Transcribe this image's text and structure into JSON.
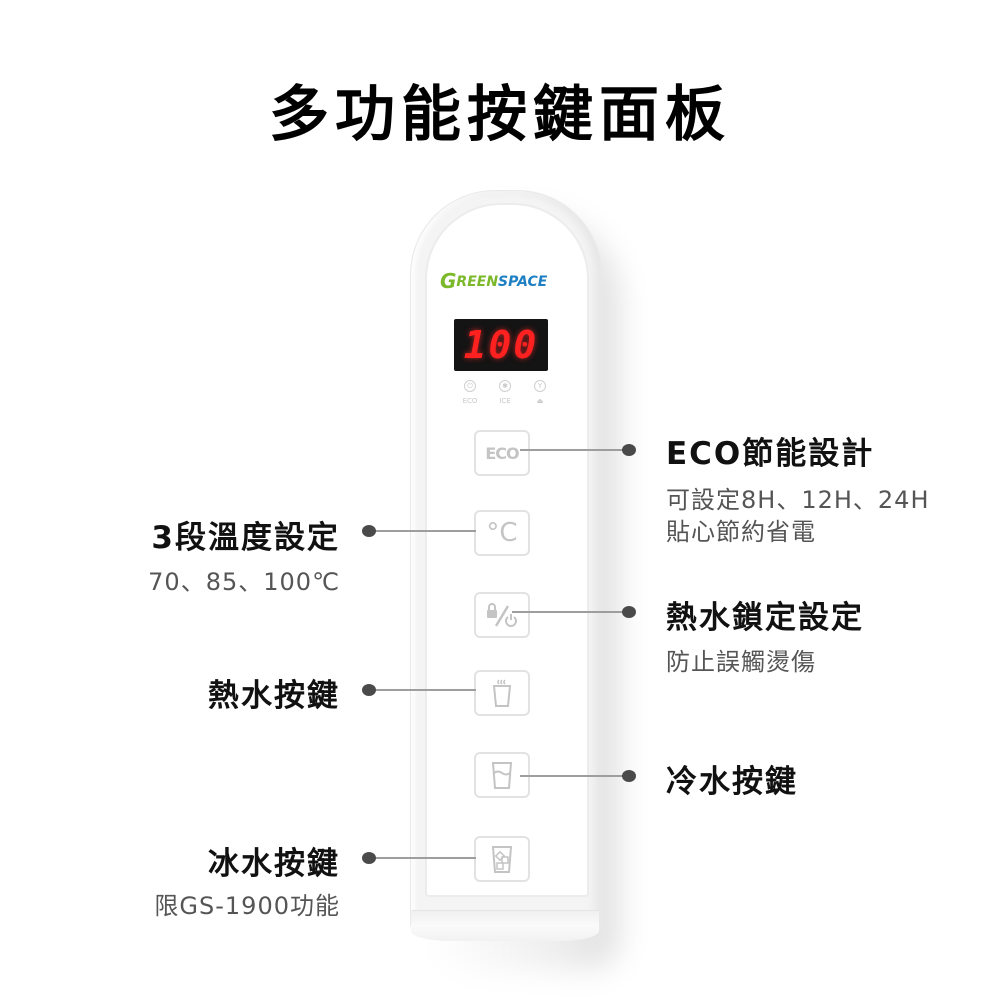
{
  "title": "多功能按鍵面板",
  "device": {
    "logo": {
      "g": "G",
      "green": "REEN",
      "space": "SPACE"
    },
    "display_value": "100",
    "indicators": [
      {
        "label": "ECO",
        "icon": "power-icon"
      },
      {
        "label": "ICE",
        "icon": "snowflake-icon"
      },
      {
        "label": "",
        "icon": "fill-icon"
      }
    ],
    "buttons": [
      {
        "label": "ECO",
        "icon": "eco-text-icon"
      },
      {
        "label": "°C",
        "icon": "celsius-icon"
      },
      {
        "label": "",
        "icon": "lock-power-icon"
      },
      {
        "label": "",
        "icon": "hot-cup-icon"
      },
      {
        "label": "",
        "icon": "water-cup-icon"
      },
      {
        "label": "",
        "icon": "ice-cup-icon"
      }
    ]
  },
  "callouts": {
    "eco": {
      "heading": "ECO節能設計",
      "line1": "可設定8H、12H、24H",
      "line2": "貼心節約省電"
    },
    "temp": {
      "heading": "3段溫度設定",
      "line1": "70、85、100℃"
    },
    "lock": {
      "heading": "熱水鎖定設定",
      "line1": "防止誤觸燙傷"
    },
    "hot": {
      "heading": "熱水按鍵"
    },
    "cold": {
      "heading": "冷水按鍵"
    },
    "ice": {
      "heading": "冰水按鍵",
      "line1": "限GS-1900功能"
    }
  },
  "colors": {
    "brand_green": "#7bb82a",
    "brand_blue": "#1e7fc2",
    "display_red": "#ff2020",
    "dot": "#4a4a4a",
    "line": "#9e9e9e"
  }
}
